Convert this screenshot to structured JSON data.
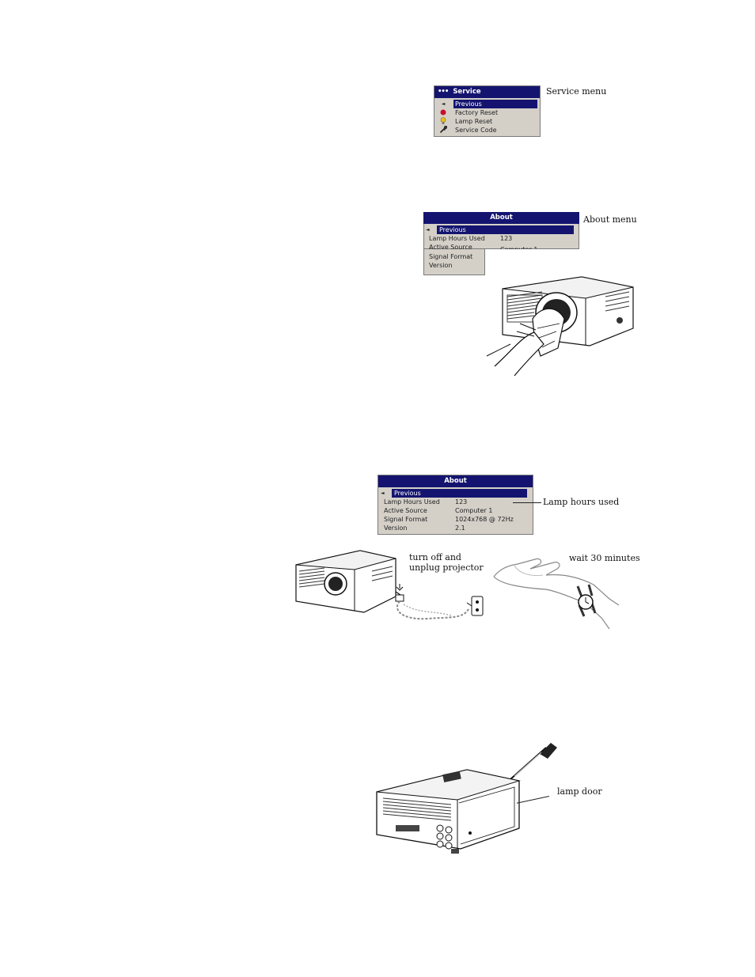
{
  "service_menu": {
    "title": "Service",
    "caption": "Service menu",
    "items": [
      {
        "label": "Previous",
        "icon": "left-arrow-icon",
        "selected": true
      },
      {
        "label": "Factory Reset",
        "icon": "red-dot-icon"
      },
      {
        "label": "Lamp Reset",
        "icon": "bulb-icon"
      },
      {
        "label": "Service Code",
        "icon": "wrench-icon"
      }
    ]
  },
  "about_menu_1": {
    "title": "About",
    "caption": "About menu",
    "previous": "Previous",
    "rows": [
      {
        "label": "Lamp Hours Used",
        "value": "123"
      },
      {
        "label": "Active Source",
        "value": "Computer 1"
      },
      {
        "label": "Signal Format",
        "value": ""
      },
      {
        "label": "Version",
        "value": ""
      }
    ]
  },
  "about_menu_2": {
    "title": "About",
    "caption": "Lamp hours used",
    "previous": "Previous",
    "rows": [
      {
        "label": "Lamp Hours Used",
        "value": "123"
      },
      {
        "label": "Active Source",
        "value": "Computer 1"
      },
      {
        "label": "Signal Format",
        "value": "1024x768 @ 72Hz"
      },
      {
        "label": "Version",
        "value": "2.1"
      }
    ]
  },
  "unplug_caption": "turn off and unplug projector",
  "wait_caption": "wait 30 minutes",
  "lamp_door_caption": "lamp door",
  "colors": {
    "menu_title": "#141470",
    "menu_bg": "#d4d0c8",
    "factory_reset_dot": "#c8102e"
  }
}
